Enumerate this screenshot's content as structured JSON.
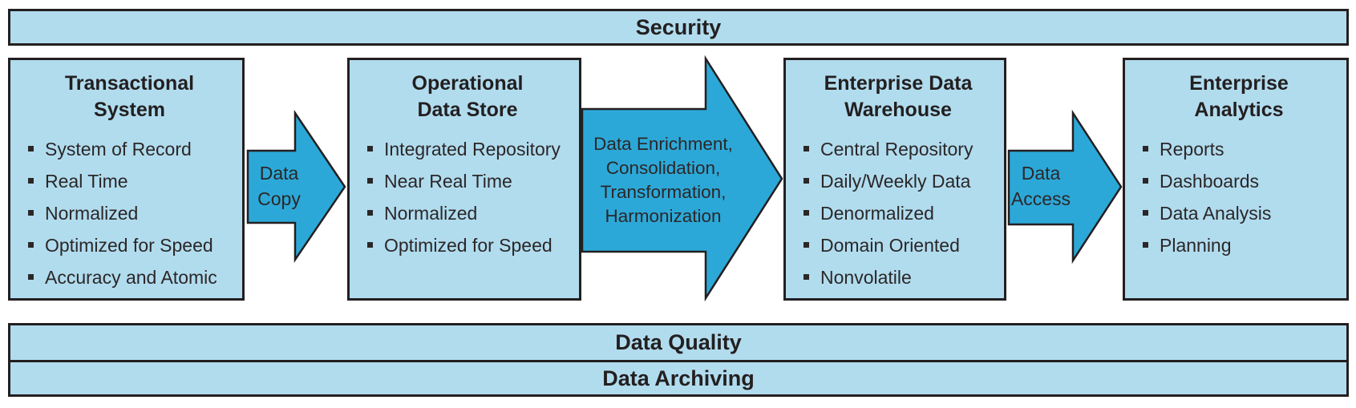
{
  "colors": {
    "box_fill": "#b1dcee",
    "arrow_fill": "#2ca8d8",
    "border": "#231f20",
    "text": "#2b2728",
    "background": "#ffffff"
  },
  "security_banner": {
    "label": "Security"
  },
  "boxes": [
    {
      "title_lines": [
        "Transactional",
        "System"
      ],
      "items": [
        "System of Record",
        "Real Time",
        "Normalized",
        "Optimized for Speed",
        "Accuracy and Atomic"
      ]
    },
    {
      "title_lines": [
        "Operational",
        "Data Store"
      ],
      "items": [
        "Integrated Repository",
        "Near Real Time",
        "Normalized",
        "Optimized for Speed"
      ]
    },
    {
      "title_lines": [
        "Enterprise Data",
        "Warehouse"
      ],
      "items": [
        "Central Repository",
        "Daily/Weekly Data",
        "Denormalized",
        "Domain Oriented",
        "Nonvolatile"
      ]
    },
    {
      "title_lines": [
        "Enterprise",
        "Analytics"
      ],
      "items": [
        "Reports",
        "Dashboards",
        "Data Analysis",
        "Planning"
      ]
    }
  ],
  "arrows": [
    {
      "label_lines": [
        "Data",
        "Copy"
      ]
    },
    {
      "label_lines": [
        "Data Enrichment,",
        "Consolidation,",
        "Transformation,",
        "Harmonization"
      ]
    },
    {
      "label_lines": [
        "Data",
        "Access"
      ]
    }
  ],
  "bottom_banners": [
    {
      "label": "Data Quality"
    },
    {
      "label": "Data Archiving"
    }
  ]
}
